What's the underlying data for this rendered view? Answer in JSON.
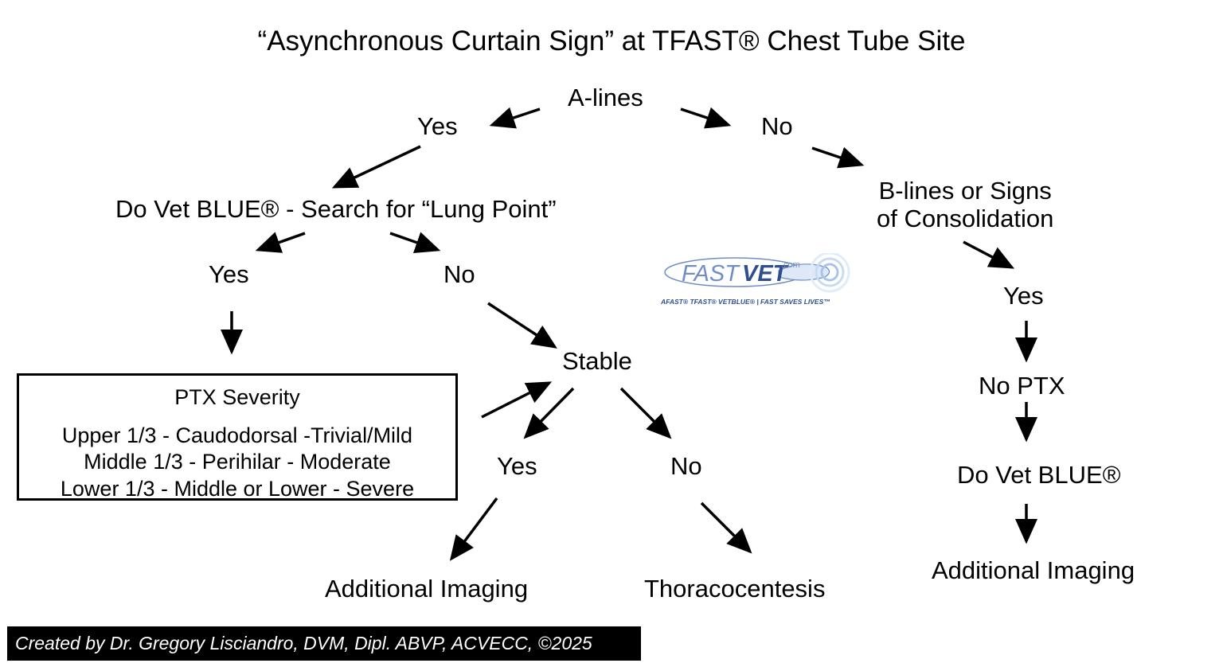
{
  "title": "“Asynchronous Curtain Sign” at TFAST® Chest Tube Site",
  "nodes": {
    "a_lines": "A-lines",
    "yes_1": "Yes",
    "no_1": "No",
    "do_vet_blue_lung_point": "Do Vet BLUE® - Search for “Lung Point”",
    "b_lines": [
      "B-lines or Signs",
      "of Consolidation"
    ],
    "yes_2": "Yes",
    "no_2": "No",
    "yes_right": "Yes",
    "stable": "Stable",
    "no_ptx": "No PTX",
    "yes_3": "Yes",
    "no_3": "No",
    "do_vet_blue": "Do Vet BLUE®",
    "additional_imaging_left": "Additional Imaging",
    "thoracocentesis": "Thoracocentesis",
    "additional_imaging_right": "Additional Imaging"
  },
  "ptx_box": {
    "heading": "PTX Severity",
    "lines": [
      "Upper 1/3 - Caudodorsal -Trivial/Mild",
      "Middle 1/3 - Perihilar - Moderate",
      "Lower 1/3 - Middle or Lower - Severe"
    ]
  },
  "logo": {
    "main_fast": "FAST",
    "main_vet": "VET",
    "dotcom": ".com",
    "tagline": "AFAST®  TFAST®  VETBLUE®  |  FAST SAVES LIVES™"
  },
  "credit": "Created by Dr. Gregory Lisciandro, DVM, Dipl. ABVP, ACVECC, ©2025"
}
